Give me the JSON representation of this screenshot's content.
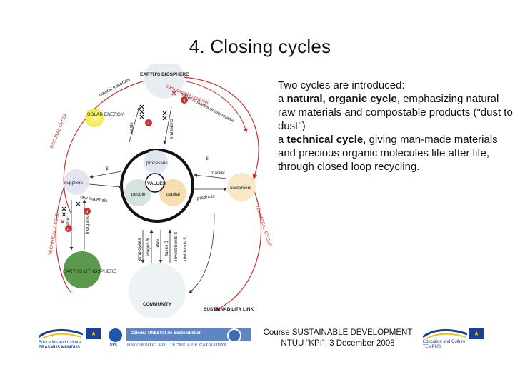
{
  "slide": {
    "title": "4. Closing cycles",
    "intro": "Two cycles are introduced:",
    "line_natural_prefix": "a ",
    "natural_bold": "natural, organic cycle",
    "natural_rest": ", emphasizing natural raw materials and compostable products (\"dust to dust\")",
    "line_technical_prefix": "a ",
    "technical_bold": "technical cycle",
    "technical_rest": ", giving man-made materials and precious organic molecules life after life, through closed loop recycling."
  },
  "diagram": {
    "earths_biosphere": "EARTH'S BIOSPHERE",
    "compostable_products": "compostable products",
    "waste_to_landfill": "waste to landfill or incinerator",
    "natural_materials": "natural materials",
    "natural_cycle": "NATURAL CYCLE",
    "solar_energy": "SOLAR ENERGY",
    "waste": "waste",
    "emissions": "emissions",
    "processes": "processes",
    "values": "VALUES",
    "people": "people",
    "capital": "capital",
    "suppliers": "suppliers",
    "market": "market",
    "customers": "customers",
    "raw_materials": "raw materials",
    "products": "products",
    "dollar_1": "$",
    "dollar_2": "$",
    "technical_cycle_left": "TECHNICAL CYCLE",
    "technical_cycle_right": "TECHNICAL CYCLE",
    "organic": "organic",
    "inorganic": "inorganic",
    "earths_lithosphere": "EARTH'S LITHOSPHERE",
    "employees": "employees",
    "wages": "wages $",
    "laws": "laws",
    "taxes": "taxes $",
    "investments": "investments $",
    "dividends": "dividends $",
    "community": "COMMUNITY",
    "sustainability_link": "SUSTAINABILITY LINK",
    "marker_number": "4"
  },
  "footer": {
    "education_culture_left": "Education and Culture",
    "erasmus_mundus": "ERASMUS MUNDUS",
    "upc": "UPC",
    "unesco_chair": "Càtedra UNESCO de Sostenibilitat",
    "upc_name": "UNIVERSITAT POLITÈCNICA DE CATALUNYA",
    "course_line1": "Course SUSTAINABLE DEVELOPMENT",
    "course_line2": "NTUU “KPI”, 3 December 2008",
    "education_culture_right": "Education and Culture",
    "tempus": "TEMPUS"
  },
  "colors": {
    "accent_red": "#c8322a",
    "eu_blue": "#1b3f9b",
    "unesco_blue": "#5d86c3"
  }
}
